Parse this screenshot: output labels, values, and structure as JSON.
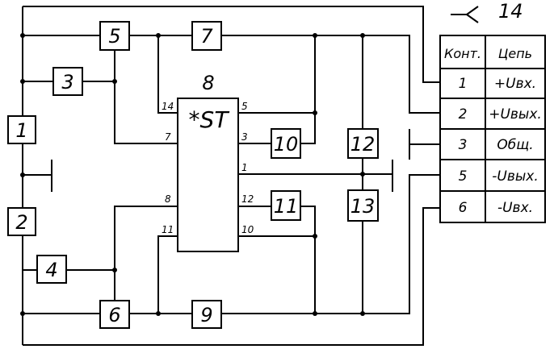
{
  "designator": "14",
  "chip": {
    "number": "8",
    "label": "*ST"
  },
  "blocks": {
    "b1": "1",
    "b2": "2",
    "b3": "3",
    "b4": "4",
    "b5": "5",
    "b6": "6",
    "b7": "7",
    "b9": "9",
    "b10": "10",
    "b11": "11",
    "b12": "12",
    "b13": "13"
  },
  "pins": {
    "p14": "14",
    "p7": "7",
    "p8": "8",
    "p11": "11",
    "p5": "5",
    "p3": "3",
    "p1": "1",
    "p12": "12",
    "p10": "10"
  },
  "connector": {
    "headers": {
      "contact": "Конт.",
      "circuit": "Цепь"
    },
    "rows": [
      {
        "contact": "1",
        "circuit": "+Uвх."
      },
      {
        "contact": "2",
        "circuit": "+Uвых."
      },
      {
        "contact": "3",
        "circuit": "Общ."
      },
      {
        "contact": "5",
        "circuit": "-Uвых."
      },
      {
        "contact": "6",
        "circuit": "-Uвх."
      }
    ]
  }
}
